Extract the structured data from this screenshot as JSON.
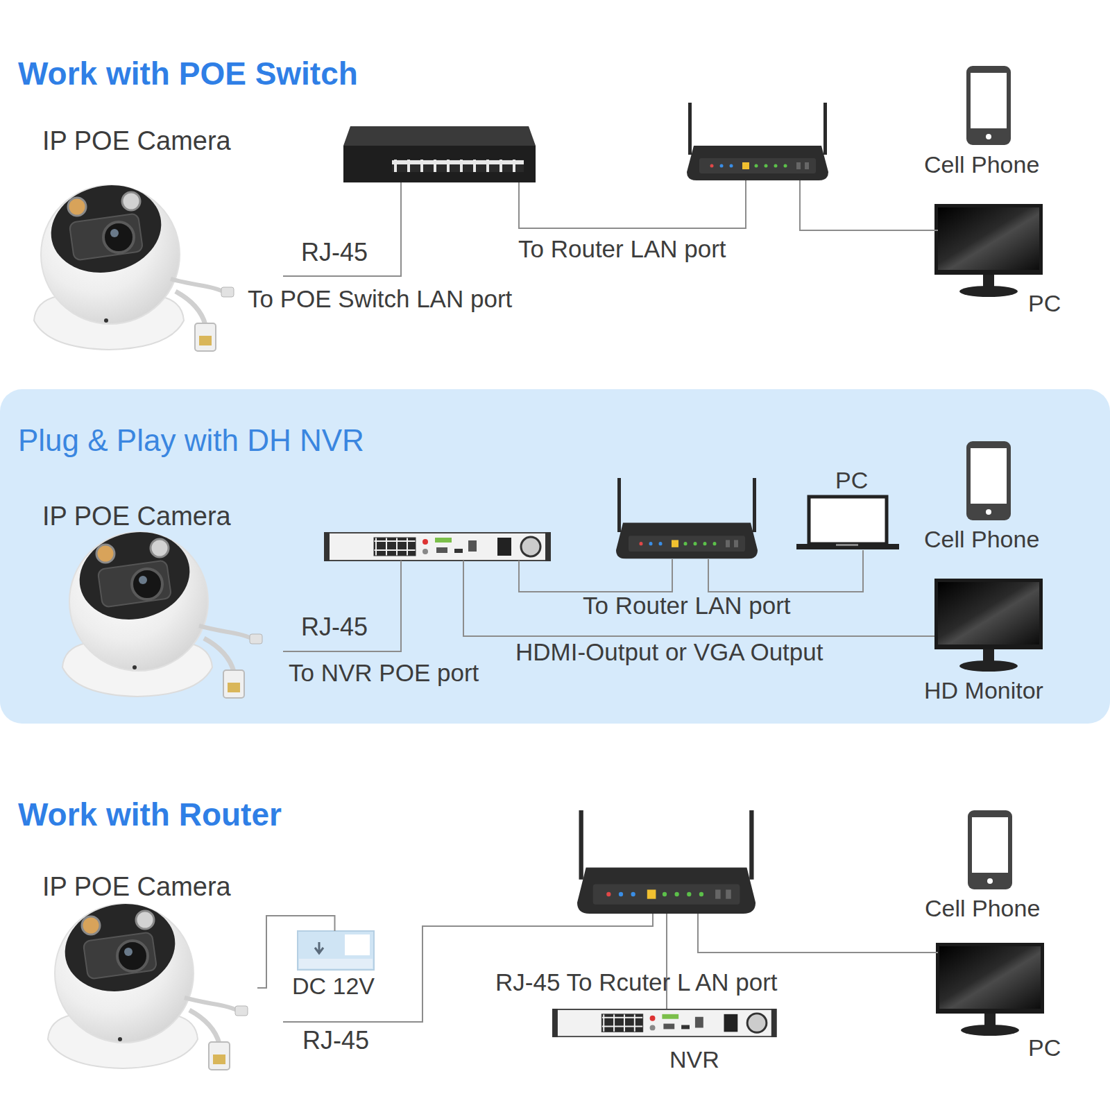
{
  "diagram": {
    "nodes": [
      {
        "text": [
          "IP POE Camera"
        ]
      },
      {
        "text": [
          "Cell Phone"
        ]
      },
      {
        "text": [
          "PC"
        ]
      },
      {
        "text": [
          "Plug & Play with DH NVR"
        ]
      },
      {
        "text": [
          "IP POE Camera"
        ],
        "in": 3
      },
      {
        "text": [
          "PC"
        ],
        "in": 3
      },
      {
        "text": [
          "Cell Phone"
        ],
        "in": 3
      },
      {
        "text": [
          "HD Monitor"
        ],
        "in": 3
      },
      {
        "text": [
          "IP POE Camera"
        ]
      },
      {
        "text": [
          "DC 12V"
        ]
      },
      {
        "text": [
          "Cell Phone"
        ]
      },
      {
        "text": [
          "NVR"
        ]
      },
      {
        "text": [
          "PC"
        ]
      }
    ],
    "edges": [
      {
        "from": 8,
        "to": 9,
        "arrow": "none"
      }
    ],
    "labels": [
      "Work with POE Switch",
      "RJ-45",
      "To POE Switch LAN port",
      "To Router LAN port",
      "RJ-45",
      "To NVR POE port",
      "To Router LAN port",
      "HDMI-Output or VGA Output",
      "Work with Router",
      "RJ-45",
      "RJ-45 To Rcuter L AN port"
    ]
  }
}
